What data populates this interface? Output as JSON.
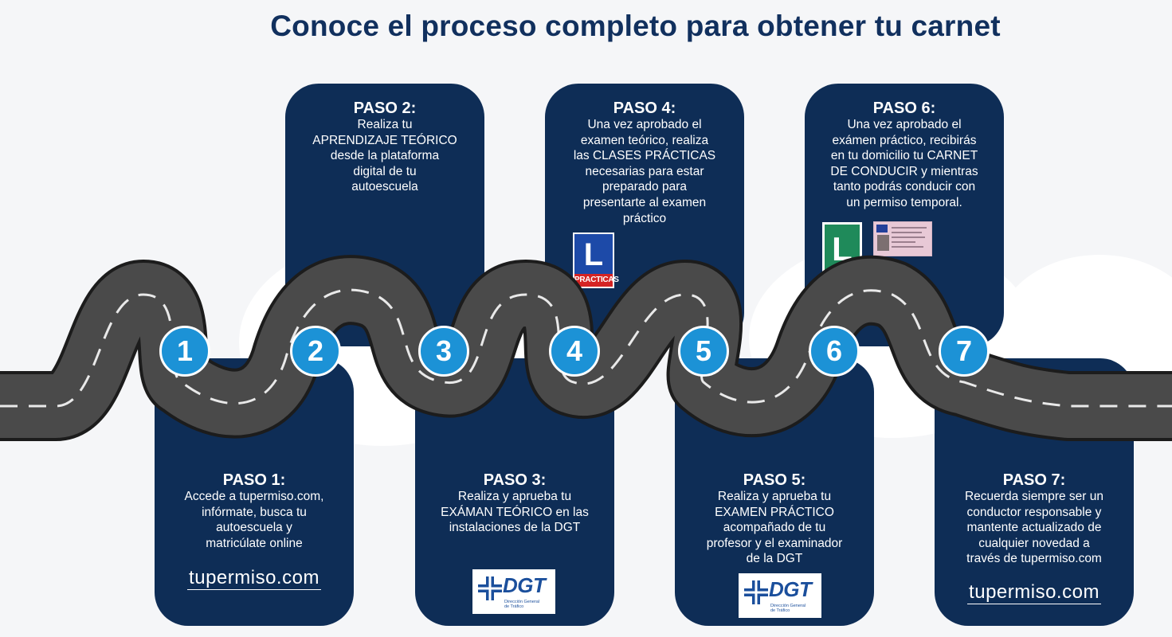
{
  "title": "Conoce el proceso completo para obtener tu carnet",
  "colors": {
    "card_bg": "#0e2d56",
    "badge": "#1c92d6",
    "road": "#4a4a4a",
    "road_edge": "#1c1c1c",
    "title": "#11305e"
  },
  "steps": [
    {
      "number": "1",
      "title": "PASO 1:",
      "description": "Accede a tupermiso.com,\ninfórmate, busca tu\nautoescuela y\nmatricúlate online",
      "logo": "tupermiso.com"
    },
    {
      "number": "2",
      "title": "PASO 2:",
      "description": "Realiza tu\nAPRENDIZAJE TEÓRICO\ndesde la plataforma\ndigital de tu\nautoescuela"
    },
    {
      "number": "3",
      "title": "PASO 3:",
      "description": "Realiza y aprueba tu\nEXÁMAN TEÓRICO en las\ninstalaciones de la DGT",
      "logo": "DGT",
      "logo_sub": "Dirección General\nde Tráfico"
    },
    {
      "number": "4",
      "title": "PASO 4:",
      "description": "Una vez aprobado el\nexamen teórico, realiza\nlas CLASES PRÁCTICAS\nnecesarias para estar\npreparado para\npresentarte al examen\npráctico",
      "sign_letter": "L",
      "sign_text": "PRACTICAS"
    },
    {
      "number": "5",
      "title": "PASO 5:",
      "description": "Realiza y aprueba tu\nEXAMEN PRÁCTICO\nacompañado de tu\nprofesor y el examinador\nde la DGT",
      "logo": "DGT",
      "logo_sub": "Dirección General\nde Tráfico"
    },
    {
      "number": "6",
      "title": "PASO 6:",
      "description": "Una vez aprobado el\nexámen práctico, recibirás\nen tu domicilio tu CARNET\nDE CONDUCIR y mientras\ntanto podrás conducir con\nun permiso temporal.",
      "sign_letter": "L"
    },
    {
      "number": "7",
      "title": "PASO 7:",
      "description": "Recuerda siempre ser un\nconductor responsable y\nmantente actualizado de\ncualquier novedad a\ntravés de tupermiso.com",
      "logo": "tupermiso.com"
    }
  ],
  "icons": [
    "dgt-logo-icon",
    "l-plate-practicas-icon",
    "l-plate-green-icon",
    "driving-license-card-icon",
    "tupermiso-logo-icon"
  ]
}
